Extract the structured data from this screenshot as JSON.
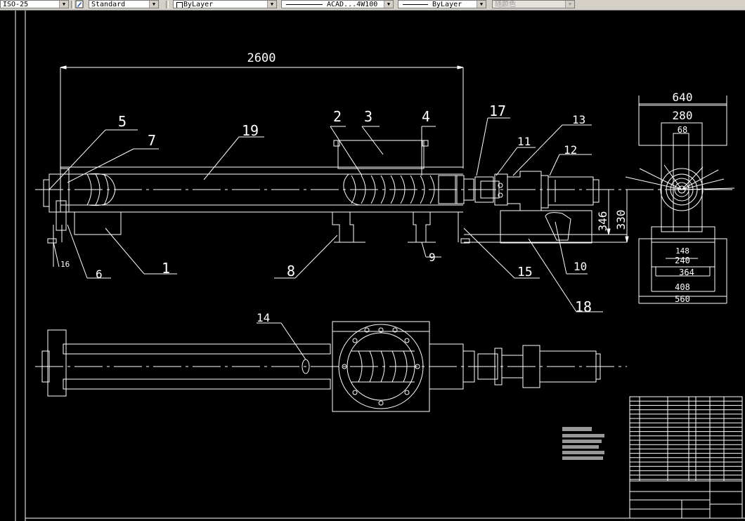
{
  "toolbar": {
    "dimstyle": "ISO-25",
    "textstyle": "Standard",
    "layer": "ByLayer",
    "linetype": "ACAD...4W100",
    "lineweight": "ByLayer",
    "color": "随颜色"
  },
  "colors": {
    "background": "#000000",
    "lines": "#ffffff",
    "toolbar": "#d4d0c8"
  },
  "drawing": {
    "dims": {
      "overall_length": "2600",
      "height_346": "346",
      "height_330": "330",
      "w640": "640",
      "w280": "280",
      "w68": "68",
      "w148": "148",
      "w240": "240",
      "w364": "364",
      "w408": "408",
      "w560": "560"
    },
    "balloons": [
      "1",
      "2",
      "3",
      "4",
      "5",
      "6",
      "7",
      "8",
      "9",
      "10",
      "11",
      "12",
      "13",
      "14",
      "15",
      "16",
      "17",
      "18",
      "19"
    ]
  }
}
